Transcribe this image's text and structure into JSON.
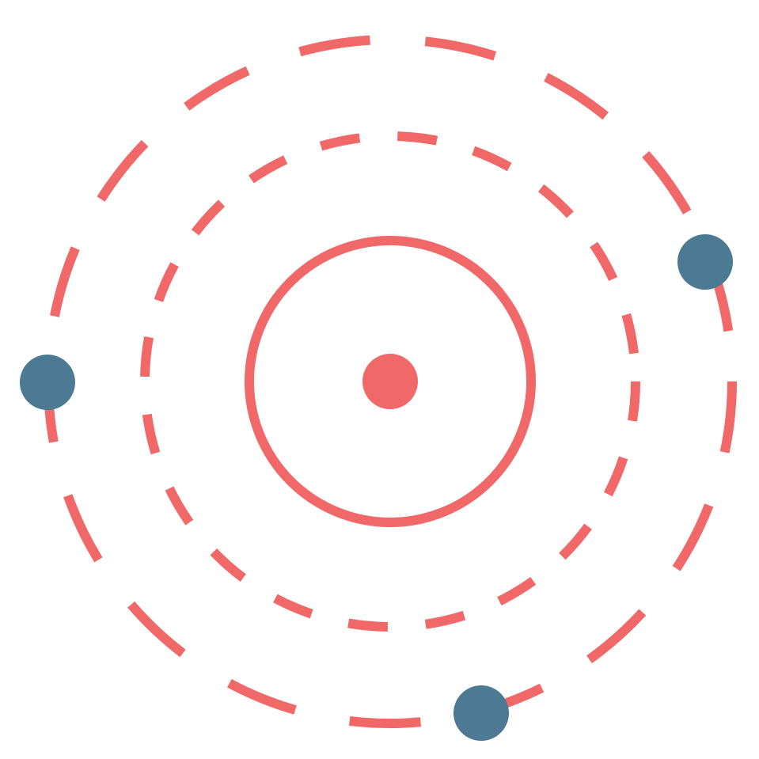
{
  "illustration": {
    "icon": "orbit-icon",
    "colors": {
      "orbit": "#F06868",
      "nucleus": "#F06868",
      "satellite": "#4B7A92",
      "background": "#FFFFFF"
    },
    "orbits": [
      {
        "name": "inner-orbit",
        "style": "solid"
      },
      {
        "name": "middle-orbit",
        "style": "dashed"
      },
      {
        "name": "outer-orbit",
        "style": "dashed"
      }
    ],
    "satellites": [
      {
        "name": "satellite-top-right"
      },
      {
        "name": "satellite-left"
      },
      {
        "name": "satellite-bottom"
      }
    ]
  }
}
